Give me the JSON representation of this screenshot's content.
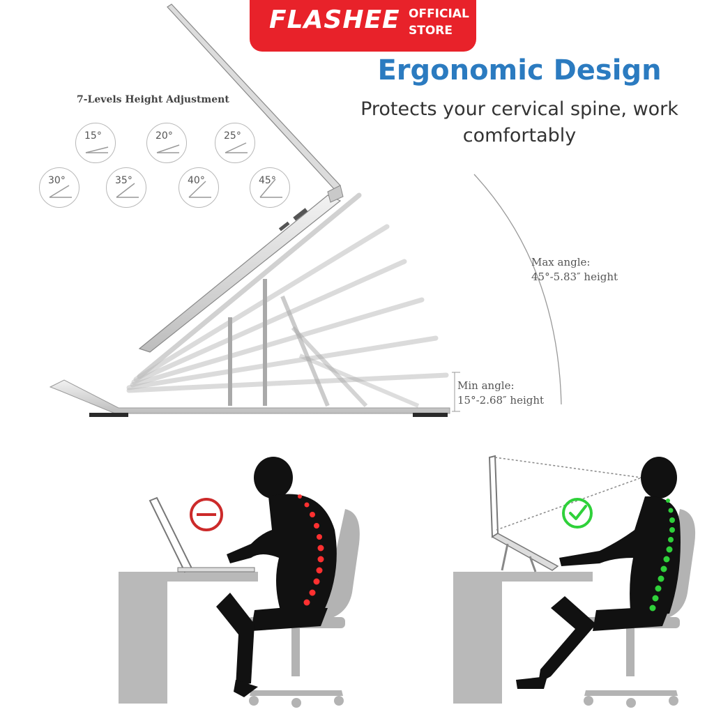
{
  "brand": {
    "name": "FLASHEE",
    "tag_line1": "OFFICIAL",
    "tag_line2": "STORE",
    "color": "#e8222a"
  },
  "headline": "Ergonomic Design",
  "subline": "Protects your cervical spine, work comfortably",
  "height_levels": {
    "title": "7-Levels Height Adjustment",
    "angles": [
      "15°",
      "20°",
      "25°",
      "30°",
      "35°",
      "40°",
      "45°"
    ]
  },
  "max_angle": {
    "line1": "Max angle:",
    "line2": "45°-5.83″   height"
  },
  "min_angle": {
    "line1": "Min angle:",
    "line2": "15°-2.68″   height"
  },
  "posture": {
    "bad": {
      "icon": "no-entry-icon",
      "color": "#cc2a2a"
    },
    "good": {
      "icon": "check-icon",
      "color": "#2fd13a"
    }
  },
  "colors": {
    "headline": "#2b7bc0",
    "silhouette": "#111111",
    "furniture": "#b9b9b9"
  }
}
